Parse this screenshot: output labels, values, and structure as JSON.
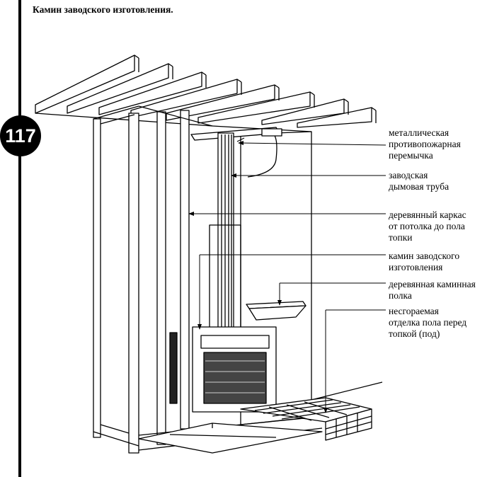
{
  "title": "Камин заводского изготовления.",
  "figure_number": "117",
  "callouts": [
    {
      "id": "firestop",
      "lines": [
        "металлическая",
        "противопожарная",
        "перемычка"
      ]
    },
    {
      "id": "chimney",
      "lines": [
        "заводская",
        "дымовая труба"
      ]
    },
    {
      "id": "frame",
      "lines": [
        "деревянный каркас",
        "от потолка до пола",
        "топки"
      ]
    },
    {
      "id": "fireplace",
      "lines": [
        "камин заводского",
        "изготовления"
      ]
    },
    {
      "id": "mantel",
      "lines": [
        "деревянная каминная",
        "полка"
      ]
    },
    {
      "id": "hearth",
      "lines": [
        "несгораемая",
        "отделка пола перед",
        "топкой (под)"
      ]
    }
  ]
}
